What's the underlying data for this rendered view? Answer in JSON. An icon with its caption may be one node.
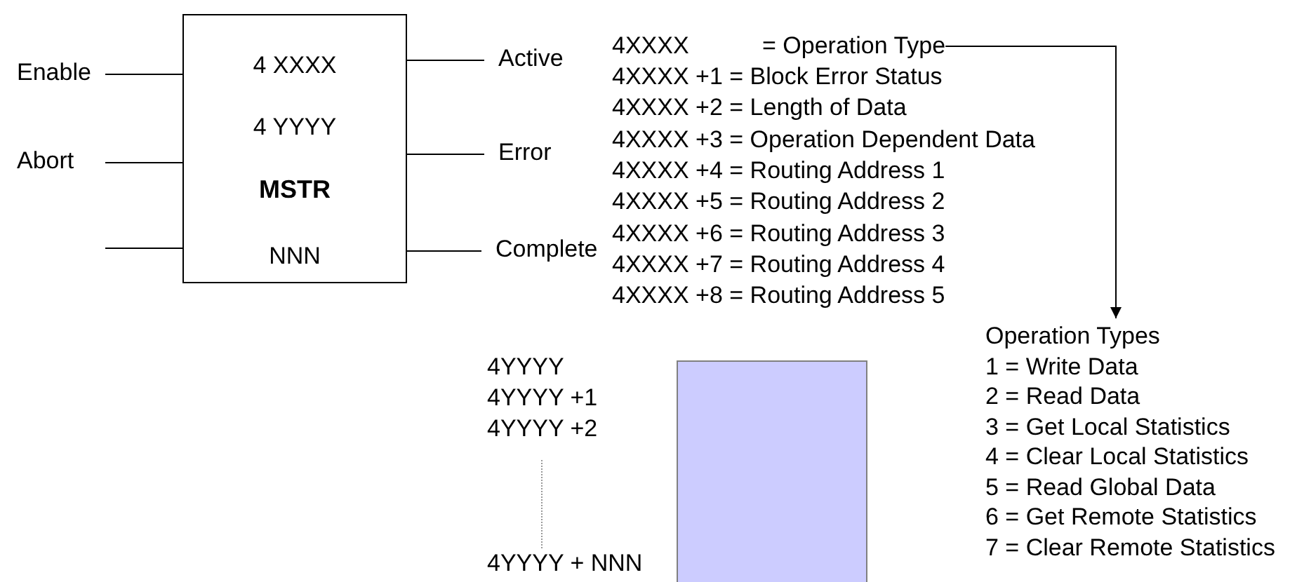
{
  "diagram": {
    "nodes": [
      {
        "text": [
          "4 XXXX",
          "4 YYYY",
          "MSTR",
          "NNN"
        ]
      },
      {
        "text": [
          "Enable"
        ]
      },
      {
        "text": [
          "Abort"
        ]
      },
      {
        "text": [
          "Active"
        ]
      },
      {
        "text": [
          "Error"
        ]
      },
      {
        "text": [
          "Complete"
        ]
      },
      {
        "text": [
          "4XXXX",
          "= Operation Type"
        ]
      },
      {
        "text": [
          "Operation Types",
          "1 = Write Data",
          "2 = Read Data",
          "3 = Get Local Statistics",
          "4 = Clear Local Statistics",
          "5 = Read Global Data",
          "6 = Get Remote Statistics",
          "7 = Clear Remote Statistics"
        ]
      },
      {
        "text": [],
        "shape": "box"
      }
    ],
    "edges": [
      {
        "from": 1,
        "to": 0,
        "arrow": "none"
      },
      {
        "from": 2,
        "to": 0,
        "arrow": "none"
      },
      {
        "from": null,
        "to": 0,
        "arrow": "none"
      },
      {
        "from": 0,
        "to": 3,
        "arrow": "none"
      },
      {
        "from": 0,
        "to": 4,
        "arrow": "none"
      },
      {
        "from": 0,
        "to": 5,
        "arrow": "none"
      },
      {
        "from": 6,
        "to": 7,
        "arrow": "to"
      }
    ],
    "labels": [
      "4XXXX +1 = Block Error Status",
      "4XXXX +2 = Length of Data",
      "4XXXX +3 = Operation Dependent Data",
      "4XXXX +4 = Routing Address 1",
      "4XXXX +5 = Routing Address 2",
      "4XXXX +6 = Routing Address 3",
      "4XXXX +7 = Routing Address 4",
      "4XXXX +8 = Routing Address 5",
      "4YYYY",
      "4YYYY +1",
      "4YYYY +2",
      "4YYYY + NNN"
    ]
  }
}
